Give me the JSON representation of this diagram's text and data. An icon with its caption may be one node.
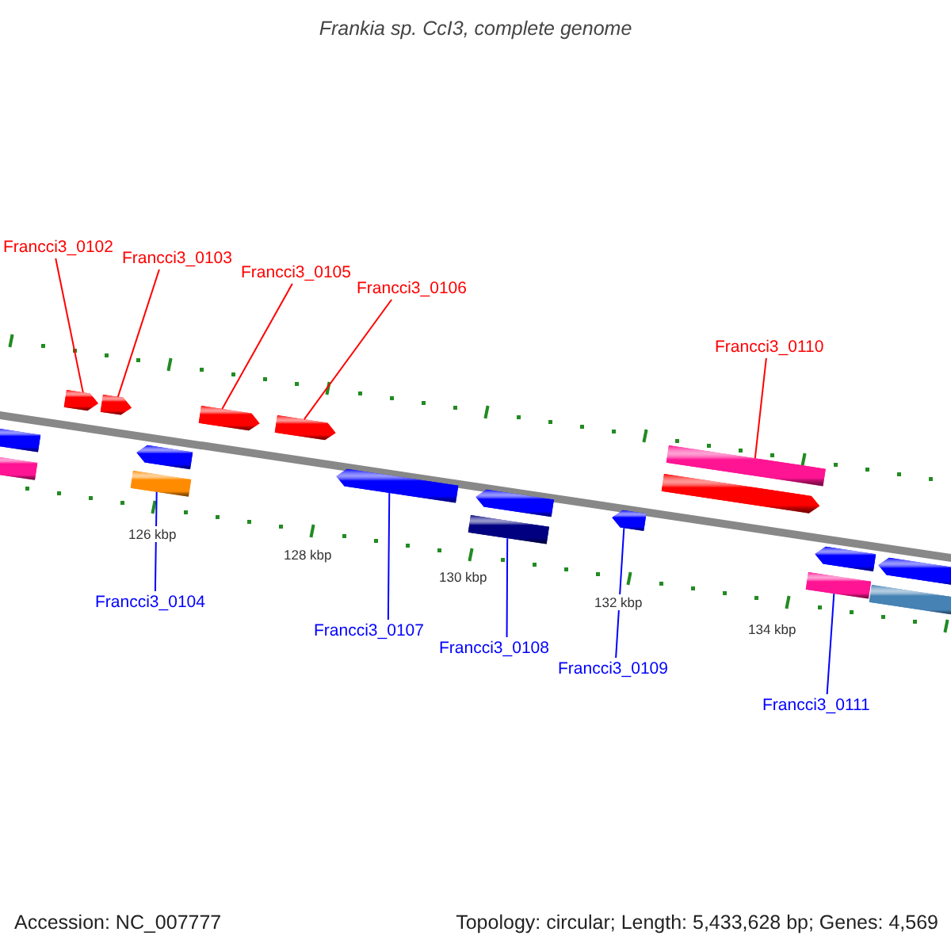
{
  "diagram": {
    "title": "Frankia sp. CcI3, complete genome",
    "nodes": [
      {
        "text": [],
        "shape": "arrow"
      },
      {
        "text": [],
        "shape": "bar"
      },
      {
        "text": [],
        "shape": "arrow"
      },
      {
        "text": [],
        "shape": "arrow"
      },
      {
        "text": [],
        "shape": "arrow"
      },
      {
        "text": [],
        "shape": "bar"
      },
      {
        "text": [],
        "shape": "arrow"
      },
      {
        "text": [],
        "shape": "arrow"
      },
      {
        "text": [],
        "shape": "arrow"
      },
      {
        "text": [],
        "shape": "arrow"
      },
      {
        "text": [],
        "shape": "bar"
      },
      {
        "text": [],
        "shape": "arrow"
      },
      {
        "text": [],
        "shape": "bar"
      },
      {
        "text": [],
        "shape": "arrow"
      },
      {
        "text": [],
        "shape": "arrow"
      },
      {
        "text": [],
        "shape": "bar"
      },
      {
        "text": [],
        "shape": "arrow"
      },
      {
        "text": [],
        "shape": "bar"
      },
      {
        "text": [
          "Francci3_0102"
        ]
      },
      {
        "text": [
          "Francci3_0103"
        ]
      },
      {
        "text": [
          "Francci3_0105"
        ]
      },
      {
        "text": [
          "Francci3_0106"
        ]
      },
      {
        "text": [
          "Francci3_0110"
        ]
      },
      {
        "text": [
          "Francci3_0104"
        ]
      },
      {
        "text": [
          "Francci3_0107"
        ]
      },
      {
        "text": [
          "Francci3_0108"
        ]
      },
      {
        "text": [
          "Francci3_0109"
        ]
      },
      {
        "text": [
          "Francci3_0111"
        ]
      }
    ],
    "edges": [
      {
        "from": 18,
        "to": 2,
        "arrow": "none",
        "color": "#ff0000"
      },
      {
        "from": 19,
        "to": 3,
        "arrow": "none",
        "color": "#ff0000"
      },
      {
        "from": 20,
        "to": 6,
        "arrow": "none",
        "color": "#ff0000"
      },
      {
        "from": 21,
        "to": 7,
        "arrow": "none",
        "color": "#ff0000"
      },
      {
        "from": 22,
        "to": 12,
        "arrow": "none",
        "color": "#ff0000"
      },
      {
        "from": 23,
        "to": 5,
        "arrow": "none",
        "color": "#0000ff"
      },
      {
        "from": 24,
        "to": 8,
        "arrow": "none",
        "color": "#0000ff"
      },
      {
        "from": 25,
        "to": 10,
        "arrow": "none",
        "color": "#0000ff"
      },
      {
        "from": 26,
        "to": 11,
        "arrow": "none",
        "color": "#0000ff"
      },
      {
        "from": 27,
        "to": 15,
        "arrow": "none",
        "color": "#0000ff"
      }
    ],
    "labels": [
      "126 kbp",
      "128 kbp",
      "130 kbp",
      "132 kbp",
      "134 kbp",
      "Accession: NC_007777",
      "Topology: circular; Length: 5,433,628 bp; Genes: 4,569"
    ]
  }
}
